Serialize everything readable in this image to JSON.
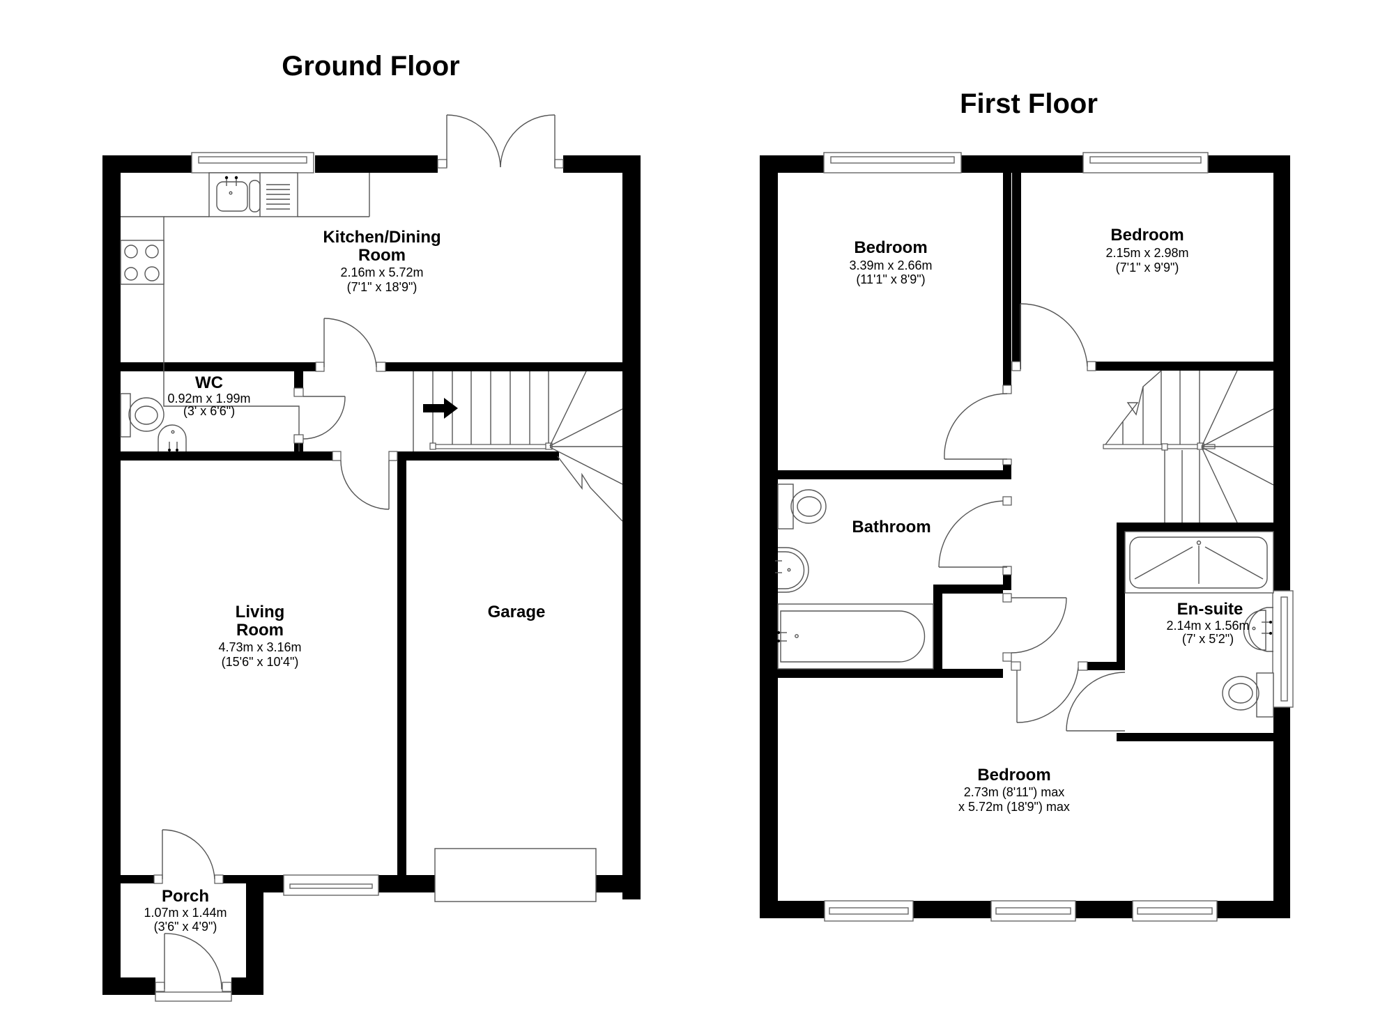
{
  "floors": {
    "ground": {
      "title": "Ground Floor",
      "rooms": {
        "kitchen": {
          "name_line1": "Kitchen/Dining",
          "name_line2": "Room",
          "dim_metric": "2.16m x 5.72m",
          "dim_imperial": "(7'1\" x 18'9\")"
        },
        "wc": {
          "name": "WC",
          "dim_metric": "0.92m x 1.99m",
          "dim_imperial": "(3' x 6'6\")"
        },
        "living": {
          "name_line1": "Living",
          "name_line2": "Room",
          "dim_metric": "4.73m x 3.16m",
          "dim_imperial": "(15'6\" x 10'4\")"
        },
        "garage": {
          "name": "Garage"
        },
        "porch": {
          "name": "Porch",
          "dim_metric": "1.07m x 1.44m",
          "dim_imperial": "(3'6\" x 4'9\")"
        }
      }
    },
    "first": {
      "title": "First Floor",
      "rooms": {
        "bedroom_front_left": {
          "name": "Bedroom",
          "dim_metric": "3.39m x 2.66m",
          "dim_imperial": "(11'1\" x 8'9\")"
        },
        "bedroom_front_right": {
          "name": "Bedroom",
          "dim_metric": "2.15m x 2.98m",
          "dim_imperial": "(7'1\" x 9'9\")"
        },
        "bathroom": {
          "name": "Bathroom"
        },
        "ensuite": {
          "name": "En-suite",
          "dim_metric": "2.14m x 1.56m",
          "dim_imperial": "(7' x 5'2\")"
        },
        "bedroom_main": {
          "name": "Bedroom",
          "dim_line1": "2.73m (8'11\") max",
          "dim_line2": "x 5.72m (18'9\") max"
        }
      }
    }
  },
  "symbols": {
    "stair_direction": "arrow-right"
  },
  "colors": {
    "wall": "#000000",
    "fixture_line": "#555555",
    "background": "#ffffff"
  }
}
